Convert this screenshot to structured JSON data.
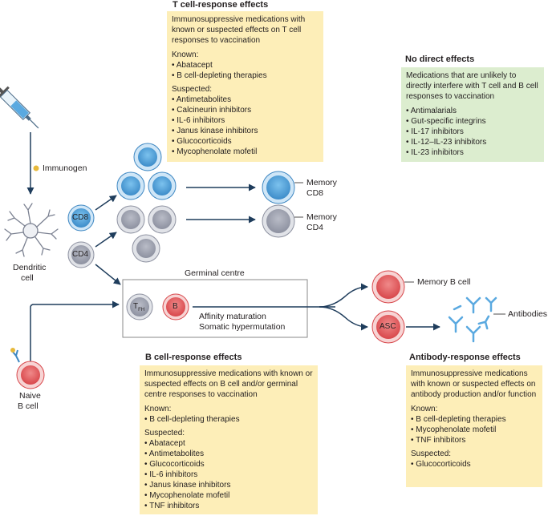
{
  "t_cell": {
    "title": "T cell-response effects",
    "description": "Immunosuppressive medications with known or suspected effects on T cell responses to vaccination",
    "known_label": "Known:",
    "known": [
      "Abatacept",
      "B cell-depleting therapies"
    ],
    "suspected_label": "Suspected:",
    "suspected": [
      "Antimetabolites",
      "Calcineurin inhibitors",
      "IL-6 inhibitors",
      "Janus kinase inhibitors",
      "Glucocorticoids",
      "Mycophenolate mofetil"
    ]
  },
  "no_direct": {
    "title": "No direct effects",
    "description": "Medications that are unlikely to directly interfere with T cell and B cell responses to vaccination",
    "items": [
      "Antimalarials",
      "Gut-specific integrins",
      "IL-17 inhibitors",
      "IL-12–IL-23 inhibitors",
      "IL-23 inhibitors"
    ]
  },
  "b_cell": {
    "title": "B cell-response effects",
    "description": "Immunosuppressive medications with known or suspected effects on B cell and/or germinal centre responses to vaccination",
    "known_label": "Known:",
    "known": [
      "B cell-depleting therapies"
    ],
    "suspected_label": "Suspected:",
    "suspected": [
      "Abatacept",
      "Antimetabolites",
      "Glucocorticoids",
      "IL-6 inhibitors",
      "Janus kinase inhibitors",
      "Mycophenolate mofetil",
      "TNF inhibitors"
    ]
  },
  "antibody": {
    "title": "Antibody-response effects",
    "description": "Immunosuppressive medications with known or suspected effects on antibody production and/or function",
    "known_label": "Known:",
    "known": [
      "B cell-depleting therapies",
      "Mycophenolate mofetil",
      "TNF inhibitors"
    ],
    "suspected_label": "Suspected:",
    "suspected": [
      "Glucocorticoids"
    ]
  },
  "labels": {
    "immunogen": "Immunogen",
    "dendritic_line1": "Dendritic",
    "dendritic_line2": "cell",
    "cd8": "CD8",
    "cd4": "CD4",
    "memory_cd8_line1": "Memory",
    "memory_cd8_line2": "CD8",
    "memory_cd4_line1": "Memory",
    "memory_cd4_line2": "CD4",
    "germinal_centre": "Germinal centre",
    "tfh": "T",
    "tfh_sub": "FH",
    "b": "B",
    "affinity": "Affinity maturation",
    "somatic": "Somatic hypermutation",
    "memory_b": "Memory B cell",
    "asc": "ASC",
    "antibodies": "Antibodies",
    "naive_line1": "Naive",
    "naive_line2": "B cell"
  },
  "colors": {
    "yellow_box": "#fdeeb8",
    "green_box": "#dcedcf",
    "cd8_blue": "#4f9fd8",
    "cd4_grey": "#a7aab6",
    "b_red": "#e2585b",
    "arrow": "#1f3d5c"
  }
}
